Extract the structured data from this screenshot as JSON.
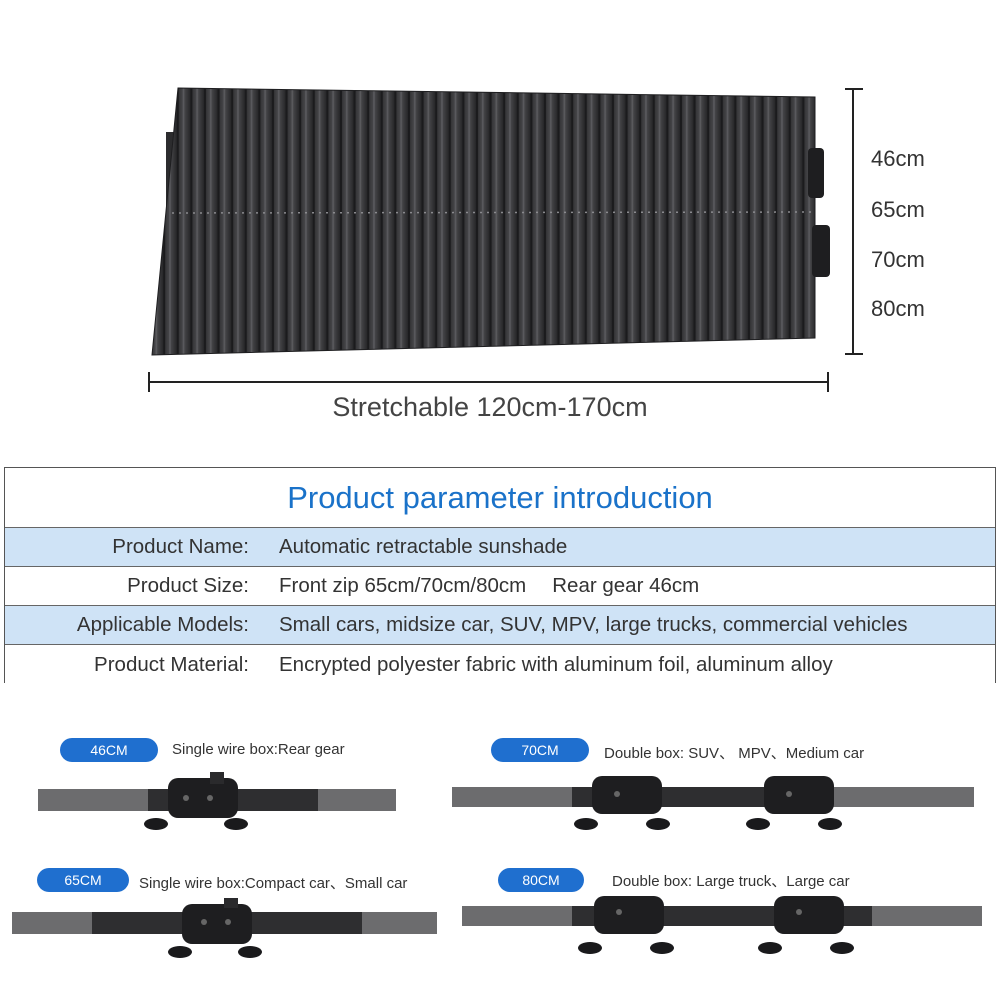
{
  "hero": {
    "heights": [
      "46cm",
      "65cm",
      "70cm",
      "80cm"
    ],
    "stretch_label": "Stretchable 120cm-170cm"
  },
  "params": {
    "title": "Product parameter introduction",
    "rows": [
      {
        "key": "Product Name:",
        "value": "Automatic retractable sunshade"
      },
      {
        "key": "Product Size:",
        "value": "Front zip 65cm/70cm/80cm",
        "value2": "Rear gear 46cm"
      },
      {
        "key": "Applicable Models:",
        "value": "Small cars, midsize car, SUV, MPV, large trucks, commercial vehicles"
      },
      {
        "key": "Product Material:",
        "value": "Encrypted polyester fabric with aluminum foil, aluminum alloy"
      }
    ]
  },
  "variants": [
    {
      "size": "46CM",
      "description": "Single wire box:Rear gear"
    },
    {
      "size": "70CM",
      "description": "Double box: SUV、 MPV、Medium car"
    },
    {
      "size": "65CM",
      "description": "Single wire box:Compact car、Small car"
    },
    {
      "size": "80CM",
      "description": "Double box: Large truck、Large car"
    }
  ],
  "colors": {
    "accent": "#1a72c9",
    "pill": "#1f6fcf",
    "row_highlight": "#cfe3f6",
    "shade": "#3a3a3c"
  }
}
